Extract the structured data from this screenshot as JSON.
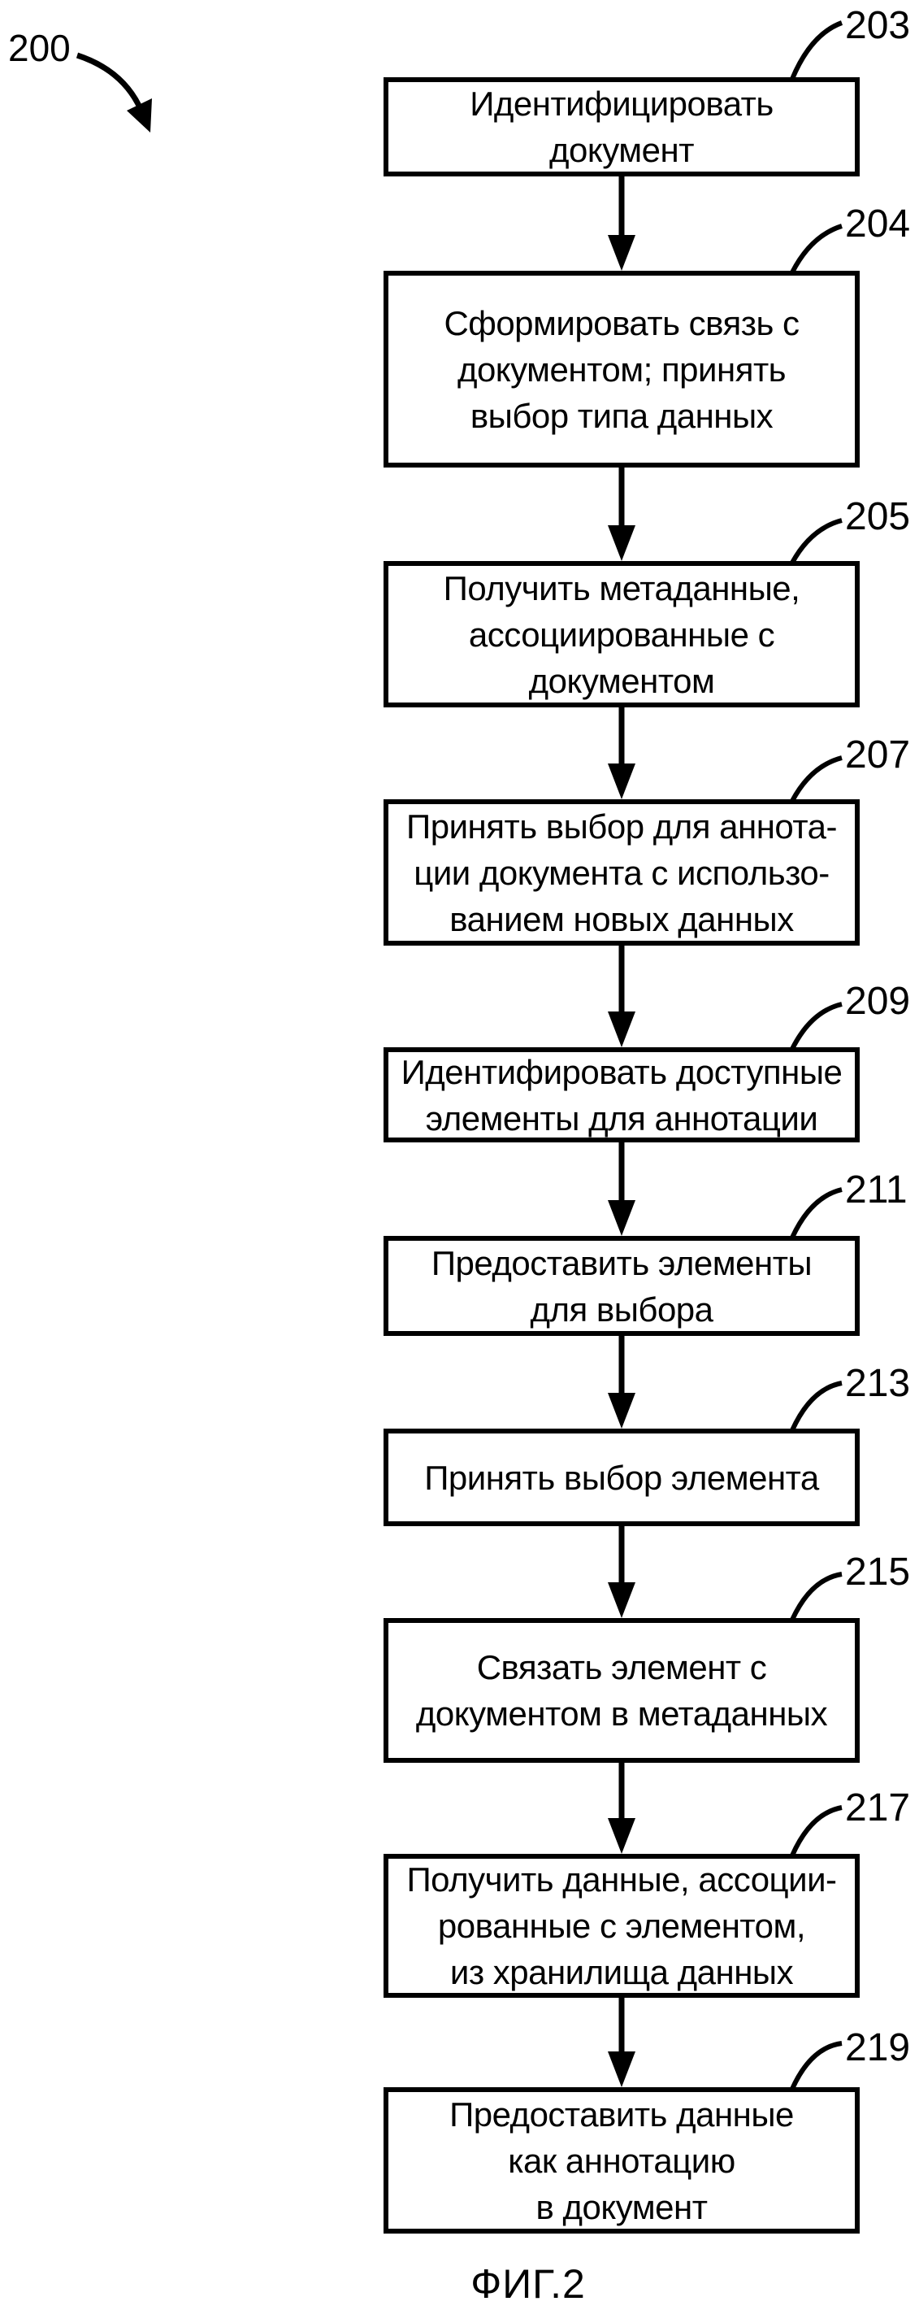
{
  "figure": {
    "ref_label": "200",
    "caption": "ФИГ.2",
    "steps": [
      {
        "id": "203",
        "lines": [
          "Идентифицировать",
          "документ"
        ]
      },
      {
        "id": "204",
        "lines": [
          "Сформировать связь с",
          "документом; принять",
          "выбор типа данных"
        ]
      },
      {
        "id": "205",
        "lines": [
          "Получить метаданные,",
          "ассоциированные с",
          "документом"
        ]
      },
      {
        "id": "207",
        "lines": [
          "Принять выбор для аннота-",
          "ции документа с использо-",
          "ванием новых данных"
        ]
      },
      {
        "id": "209",
        "lines": [
          "Идентифировать доступные",
          "элементы для аннотации"
        ]
      },
      {
        "id": "211",
        "lines": [
          "Предоставить элементы",
          "для выбора"
        ]
      },
      {
        "id": "213",
        "lines": [
          "Принять выбор элемента"
        ]
      },
      {
        "id": "215",
        "lines": [
          "Связать элемент с",
          "документом в метаданных"
        ]
      },
      {
        "id": "217",
        "lines": [
          "Получить данные, ассоции-",
          "рованные с элементом,",
          "из хранилища данных"
        ]
      },
      {
        "id": "219",
        "lines": [
          "Предоставить данные",
          "как аннотацию",
          "в документ"
        ]
      }
    ]
  }
}
